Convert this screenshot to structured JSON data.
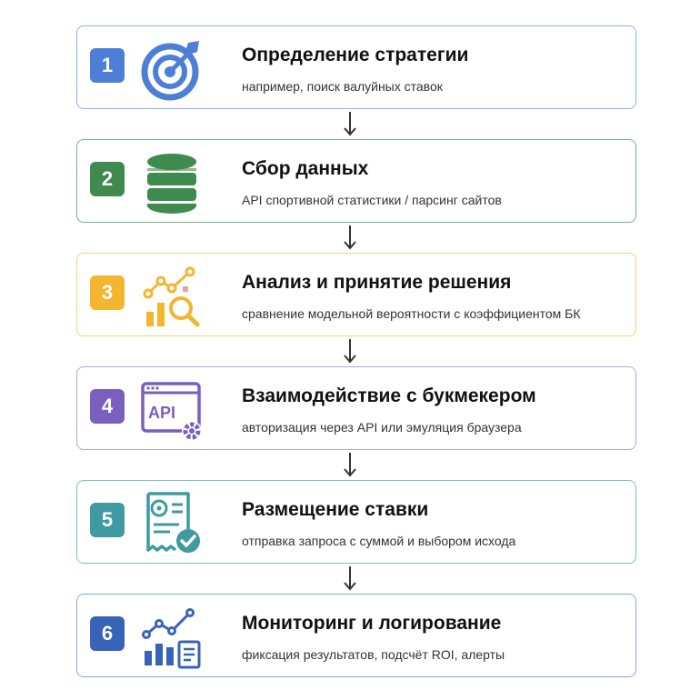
{
  "steps": [
    {
      "number": "1",
      "title": "Определение стратегии",
      "subtitle": "например, поиск валуйных ставок",
      "icon": "target-icon",
      "color": "#4d7fd6",
      "border": "#8fb0e6"
    },
    {
      "number": "2",
      "title": "Сбор данных",
      "subtitle": "API спортивной статистики / парсинг сайтов",
      "icon": "database-icon",
      "color": "#3f8a4d",
      "border": "#79b383"
    },
    {
      "number": "3",
      "title": "Анализ и принятие решения",
      "subtitle": "сравнение модельной вероятности с коэффициентом БК",
      "icon": "analysis-chart-icon",
      "color": "#f4b530",
      "border": "#f6d27e"
    },
    {
      "number": "4",
      "title": "Взаимодействие с букмекером",
      "subtitle": "авторизация через API или эмуляция браузера",
      "icon": "api-gear-icon",
      "color": "#7b5fbf",
      "border": "#b3a2dc",
      "icon_label": "API"
    },
    {
      "number": "5",
      "title": "Размещение ставки",
      "subtitle": "отправка запроса с суммой и выбором исхода",
      "icon": "bet-slip-icon",
      "color": "#3f9aa1",
      "border": "#7fbfc4"
    },
    {
      "number": "6",
      "title": "Мониторинг и логирование",
      "subtitle": "фиксация результатов, подсчёт ROI, алерты",
      "icon": "monitoring-report-icon",
      "color": "#3763b8",
      "border": "#8aa4d9"
    }
  ]
}
